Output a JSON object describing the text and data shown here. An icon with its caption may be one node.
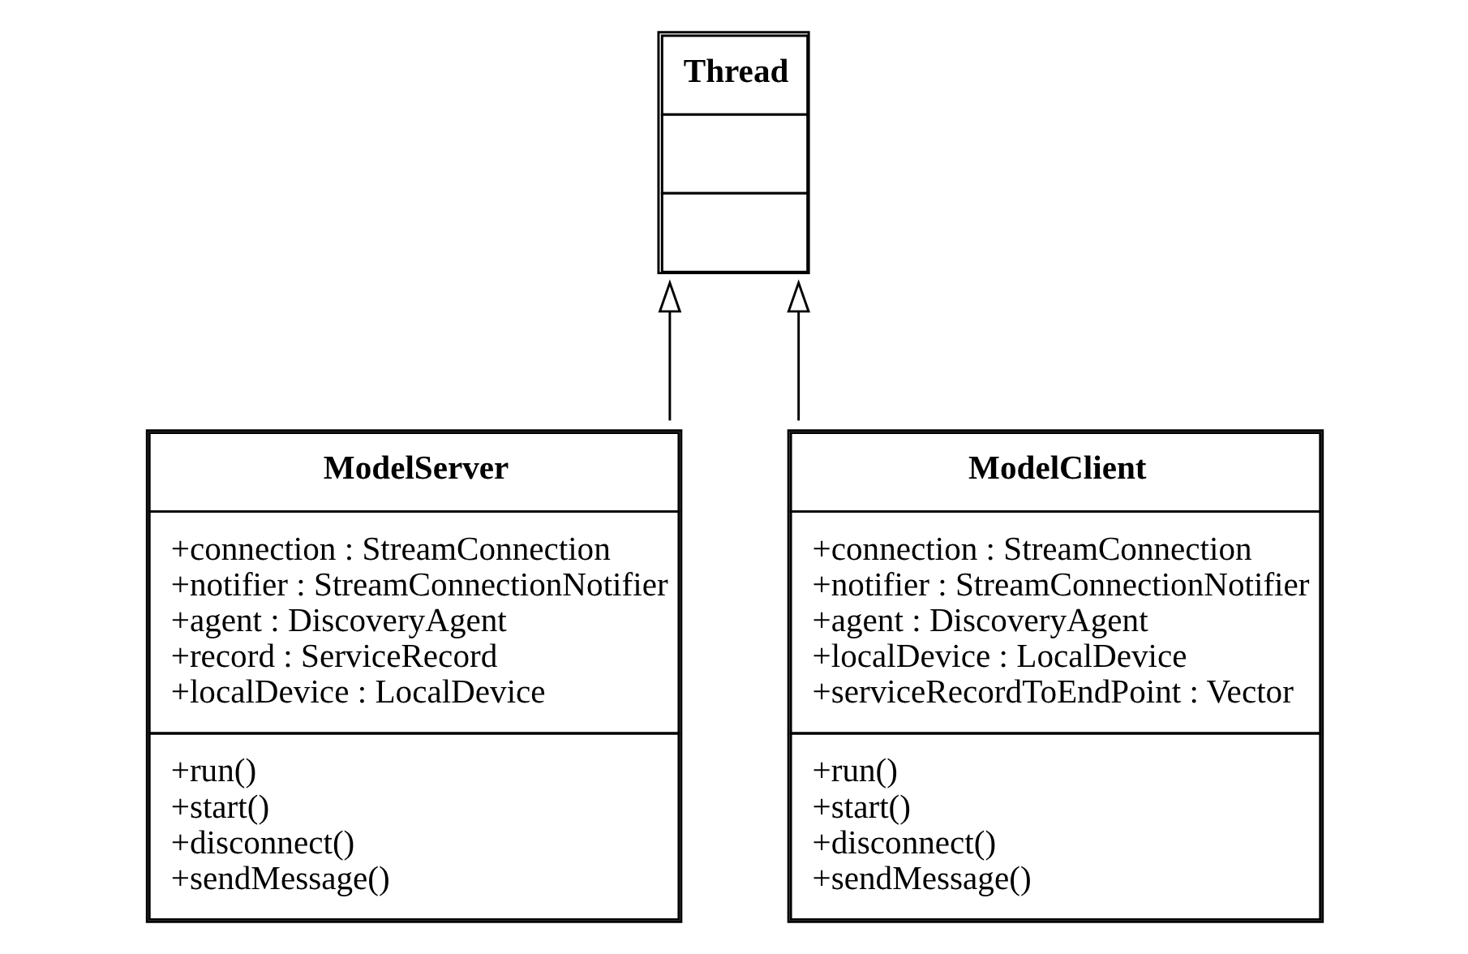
{
  "diagram": {
    "nodes": [
      {
        "text": [
          "Thread"
        ]
      },
      {
        "text": [
          "ModelServer",
          "+connection : StreamConnection",
          "+notifier : StreamConnectionNotifier",
          "+agent : DiscoveryAgent",
          "+record : ServiceRecord",
          "+localDevice : LocalDevice",
          "+run()",
          "+start()",
          "+disconnect()",
          "+sendMessage()"
        ]
      },
      {
        "text": [
          "ModelClient",
          "+connection : StreamConnection",
          "+notifier : StreamConnectionNotifier",
          "+agent : DiscoveryAgent",
          "+localDevice : LocalDevice",
          "+serviceRecordToEndPoint : Vector",
          "+run()",
          "+start()",
          "+disconnect()",
          "+sendMessage()"
        ]
      }
    ],
    "edges": [
      {
        "from": 1,
        "to": 0,
        "arrow": "to"
      },
      {
        "from": 2,
        "to": 0,
        "arrow": "to"
      }
    ]
  }
}
